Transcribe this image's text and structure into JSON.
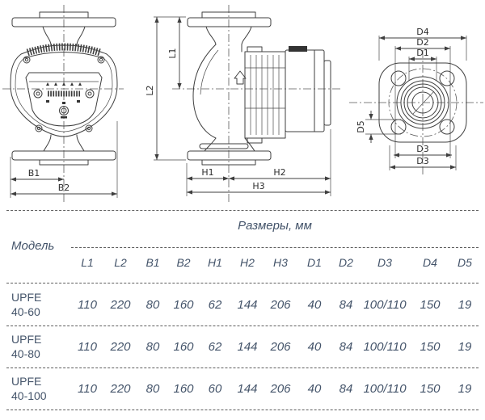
{
  "drawings": {
    "front_view": {
      "b1": "B1",
      "b2": "B2"
    },
    "side_view": {
      "l1": "L1",
      "l2": "L2",
      "h1": "H1",
      "h2": "H2",
      "h3": "H3"
    },
    "flange_view": {
      "d1": "D1",
      "d2": "D2",
      "d3_inner": "D3",
      "d3_outer": "D3",
      "d4": "D4",
      "d5": "D5"
    }
  },
  "table": {
    "title": "Размеры, мм",
    "model_header": "Модель",
    "columns": [
      "L1",
      "L2",
      "B1",
      "B2",
      "H1",
      "H2",
      "H3",
      "D1",
      "D2",
      "D3",
      "D4",
      "D5"
    ],
    "rows": [
      {
        "model_line1": "UPFE",
        "model_line2": "40-60",
        "values": [
          "110",
          "220",
          "80",
          "160",
          "62",
          "144",
          "206",
          "40",
          "84",
          "100/110",
          "150",
          "19"
        ]
      },
      {
        "model_line1": "UPFE",
        "model_line2": "40-80",
        "values": [
          "110",
          "220",
          "80",
          "160",
          "62",
          "144",
          "206",
          "40",
          "84",
          "100/110",
          "150",
          "19"
        ]
      },
      {
        "model_line1": "UPFE",
        "model_line2": "40-100",
        "values": [
          "110",
          "220",
          "80",
          "160",
          "60",
          "144",
          "206",
          "40",
          "84",
          "100/110",
          "150",
          "19"
        ]
      }
    ]
  },
  "colors": {
    "table_text": "#44546a",
    "drawing_line": "#3f3f3f",
    "dashed_rule": "#5f5f5f"
  }
}
